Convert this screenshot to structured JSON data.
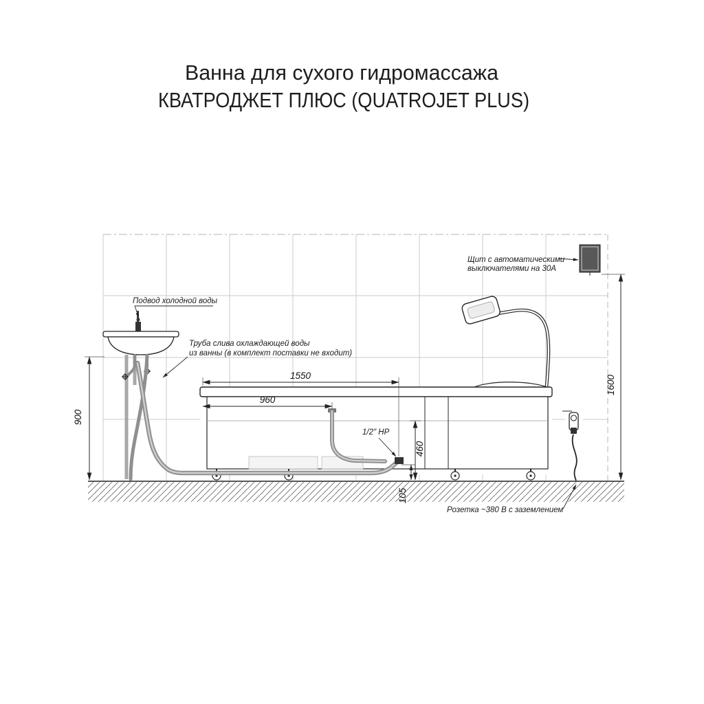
{
  "title": {
    "line1": "Ванна для сухого гидромассажа",
    "line2": "КВАТРОДЖЕТ ПЛЮС (QUATROJET PLUS)"
  },
  "labels": {
    "cold_water_supply": "Подвод холодной воды",
    "drain_hose_line1": "Труба слива охлаждающей воды",
    "drain_hose_line2": "из ванны (в комплект поставки не входит)",
    "breaker_panel_line1": "Щит с автоматическими",
    "breaker_panel_line2": "выключателями на 30А",
    "power_socket": "Розетка ~380 В с заземлением",
    "fitting_size": "1/2\" НР"
  },
  "dimensions": {
    "length_to_fitting_mm": "1550",
    "length_to_drain_mm": "960",
    "sink_height_mm": "900",
    "panel_height_mm": "1600",
    "drain_connection_height_mm": "460",
    "hose_floor_offset_mm": "105"
  },
  "colors": {
    "drawing_line": "#232323",
    "grid_line": "#cbcbcb",
    "pipe_gray": "#8f8f8f",
    "panel_fill": "#585858"
  }
}
